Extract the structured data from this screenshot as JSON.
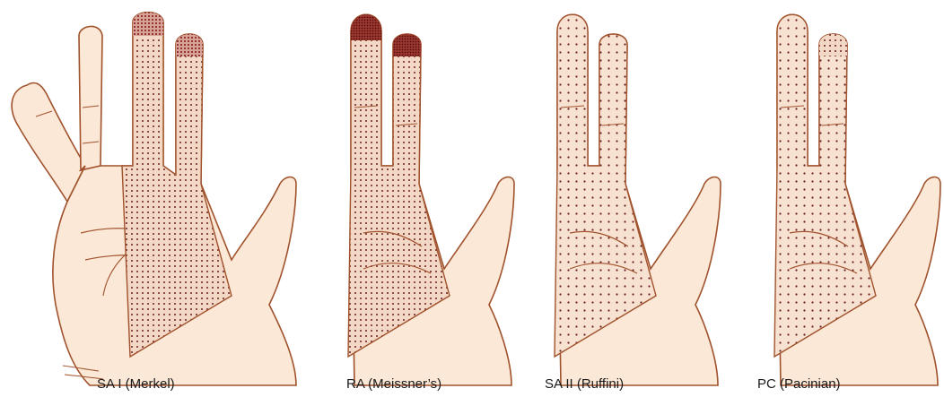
{
  "figure": {
    "panels": [
      {
        "label": "SA I (Merkel)"
      },
      {
        "label": "RA (Meissner’s)"
      },
      {
        "label": "SA II (Ruffini)"
      },
      {
        "label": "PC (Pacinian)"
      }
    ]
  },
  "colors": {
    "skin": "#fbe8d6",
    "outline": "#a0522d",
    "dot": "#6b1f1f",
    "dense": "#8b1a1a",
    "very_dense": "#6e0f0f",
    "region_tint": "#f6d9c6"
  },
  "icons": [
    "hand-illustration",
    "receptor-density-dots"
  ]
}
